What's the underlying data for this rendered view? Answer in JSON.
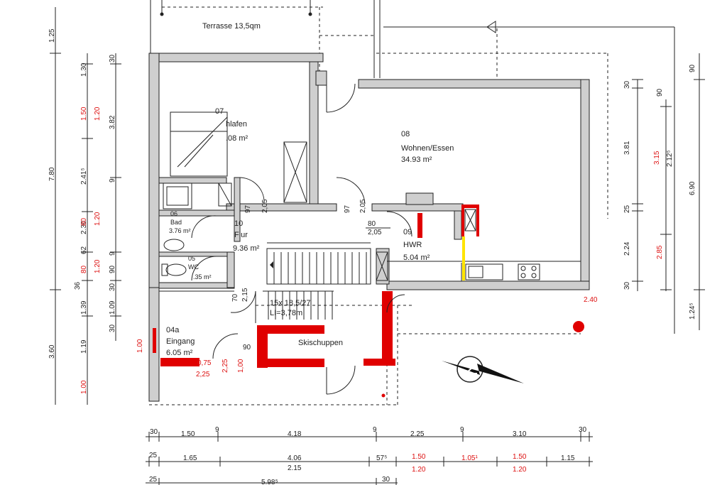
{
  "rooms": {
    "terrasse": "Terrasse 13,5qm",
    "schlafen_num": "07",
    "schlafen_name": "hlafen",
    "schlafen_area": ".08 m²",
    "wohnen_num": "08",
    "wohnen_name": "Wohnen/Essen",
    "wohnen_area": "34.93 m²",
    "bad_num": "06",
    "bad_name": "Bad",
    "bad_area": "3.76 m²",
    "wc_num": "05",
    "wc_name": "WC",
    "wc_area": ".35 m²",
    "flur_num": "10",
    "flur_name": "Flur",
    "flur_area": "9.36 m²",
    "hwr_num": "09",
    "hwr_name": "HWR",
    "hwr_area": "5.04 m²",
    "eingang_num": "04a",
    "eingang_name": "Eingang",
    "eingang_area": "6.05 m²",
    "skischuppen": "Skischuppen",
    "stair_spec": "15x 18,5/27",
    "stair_li": "LI=3,78m"
  },
  "door_labels": {
    "d1a": "97",
    "d1b": "2,05",
    "d2a": "97",
    "d2b": "2,05",
    "d3a": "80",
    "d3b": "2,05",
    "d4a": "70",
    "d4b": "2,15",
    "d5a": "90",
    "d6a": "0,75",
    "d6b": "2,25",
    "d6c": "2,25",
    "d6d": "1,00",
    "d7": "2.40",
    "d8": "1.00"
  },
  "left_dims": {
    "outer": [
      "1.25",
      "7.80",
      "3.60"
    ],
    "mid_black": [
      "1.30",
      "2.41⁵",
      "2.30",
      "62",
      "36",
      "1.39",
      "1.19"
    ],
    "mid_red": [
      "1.50",
      "80",
      "80",
      "1.00"
    ],
    "inner_black": [
      "30",
      "3.82",
      "9",
      "9",
      "90",
      "30",
      "1.09",
      "30"
    ],
    "inner_red": [
      "1.20",
      "1.20",
      "1.20"
    ]
  },
  "right_dims": {
    "col1": [
      "30",
      "3.81",
      "25",
      "2.24",
      "30"
    ],
    "col2_black": [
      "90"
    ],
    "col2_red": [
      "3.15",
      "2.85"
    ],
    "col3": [
      "2.12⁵"
    ],
    "col4": [
      "90",
      "6.90",
      "1.24⁵"
    ]
  },
  "bottom_dims": {
    "row1": [
      "30",
      "1.50",
      "9",
      "4.18",
      "9",
      "2.25",
      "9",
      "3.10",
      "30"
    ],
    "row2_black": [
      "25",
      "1.65",
      "4.06",
      "57⁵",
      "1.05¹",
      "1.15"
    ],
    "row2_red": [
      "1.50",
      "1.50"
    ],
    "row2_sub_black": [
      "2.15"
    ],
    "row2_sub_red": [
      "1.20",
      "1.20"
    ],
    "row3": [
      "25",
      "5.98⁵",
      "30"
    ]
  }
}
